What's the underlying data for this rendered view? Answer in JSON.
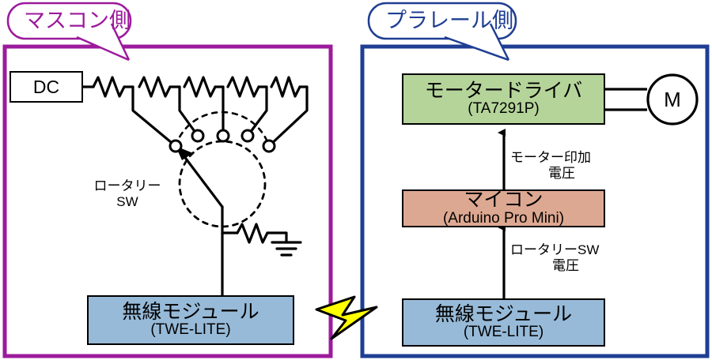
{
  "diagram": {
    "title_left": "マスコン側",
    "title_right": "プラレール側",
    "colors": {
      "left_panel_border": "#9C1A9C",
      "right_panel_border": "#1F3E93",
      "motor_driver_fill": "#B5D49A",
      "microcontroller_fill": "#DDA891",
      "wireless_fill": "#97BAD8",
      "bolt_fill": "#FFFF00",
      "wire": "#000000"
    }
  },
  "left_panel": {
    "callout": "マスコン側",
    "dc_source": "DC",
    "rotary_switch_label_line1": "ロータリー",
    "rotary_switch_label_line2": "SW",
    "wireless_module": {
      "name": "無線モジュール",
      "part": "(TWE-LITE)"
    },
    "resistor_count": 5,
    "switch_contact_count": 5
  },
  "right_panel": {
    "callout": "プラレール側",
    "motor_driver": {
      "name": "モータードライバ",
      "part": "(TA7291P)"
    },
    "microcontroller": {
      "name": "マイコン",
      "part": "(Arduino Pro Mini)"
    },
    "wireless_module": {
      "name": "無線モジュール",
      "part": "(TWE-LITE)"
    },
    "motor_symbol": "M",
    "arrow_label_top_line1": "モーター印加",
    "arrow_label_top_line2": "電圧",
    "arrow_label_bottom_line1": "ロータリーSW",
    "arrow_label_bottom_line2": "電圧"
  }
}
